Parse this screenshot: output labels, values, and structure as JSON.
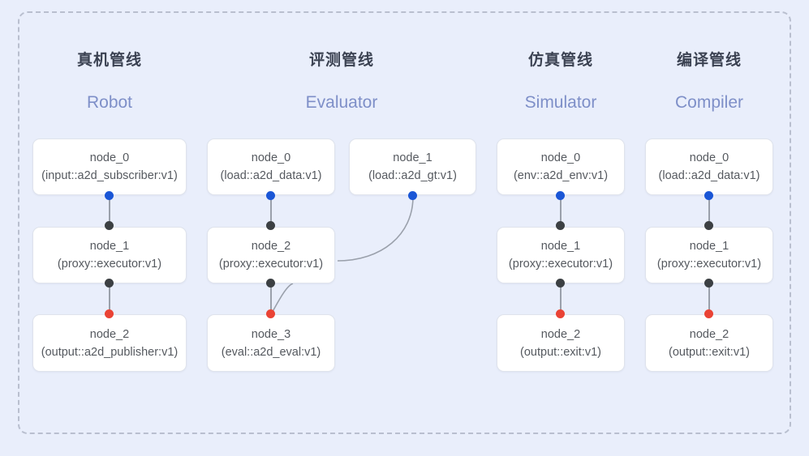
{
  "diagram": {
    "frame_style": "dashed",
    "background_color": "#e9eefb",
    "columns": [
      {
        "id": "robot",
        "title_zh": "真机管线",
        "title_en": "Robot",
        "nodes": [
          {
            "name": "node_0",
            "type": "(input::a2d_subscriber:v1)"
          },
          {
            "name": "node_1",
            "type": "(proxy::executor:v1)"
          },
          {
            "name": "node_2",
            "type": "(output::a2d_publisher:v1)"
          }
        ]
      },
      {
        "id": "evaluator",
        "title_zh": "评测管线",
        "title_en": "Evaluator",
        "nodes": [
          {
            "name": "node_0",
            "type": "(load::a2d_data:v1)"
          },
          {
            "name": "node_1",
            "type": "(load::a2d_gt:v1)"
          },
          {
            "name": "node_2",
            "type": "(proxy::executor:v1)"
          },
          {
            "name": "node_3",
            "type": "(eval::a2d_eval:v1)"
          }
        ]
      },
      {
        "id": "simulator",
        "title_zh": "仿真管线",
        "title_en": "Simulator",
        "nodes": [
          {
            "name": "node_0",
            "type": "(env::a2d_env:v1)"
          },
          {
            "name": "node_1",
            "type": "(proxy::executor:v1)"
          },
          {
            "name": "node_2",
            "type": "(output::exit:v1)"
          }
        ]
      },
      {
        "id": "compiler",
        "title_zh": "编译管线",
        "title_en": "Compiler",
        "nodes": [
          {
            "name": "node_0",
            "type": "(load::a2d_data:v1)"
          },
          {
            "name": "node_1",
            "type": "(proxy::executor:v1)"
          },
          {
            "name": "node_2",
            "type": "(output::exit:v1)"
          }
        ]
      }
    ],
    "port_colors": {
      "output_port": "#1a56d6",
      "input_port": "#3c4043",
      "terminal_port": "#ea4335",
      "edge": "#9aa0ab"
    }
  }
}
